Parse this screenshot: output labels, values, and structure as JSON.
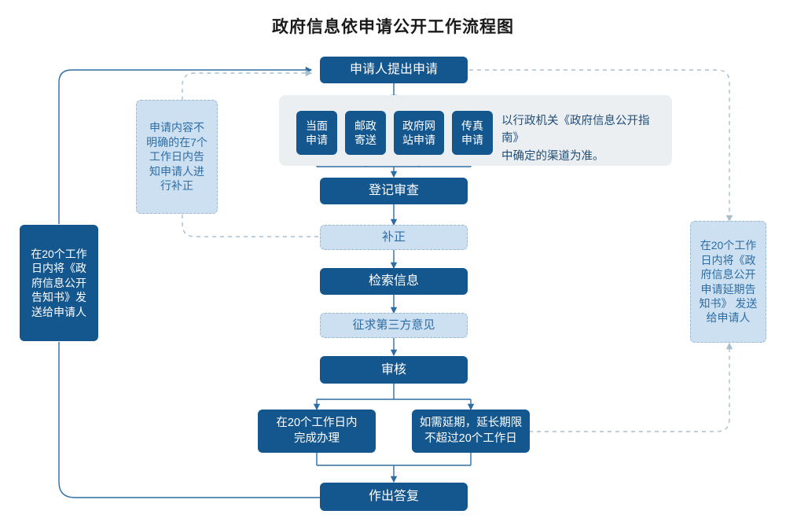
{
  "title": "政府信息依申请公开工作流程图",
  "colors": {
    "solid_fill": "#14568E",
    "solid_text": "#FFFFFF",
    "light_fill": "#CCE0F2",
    "light_text": "#2E6DA4",
    "light_border": "#9FB8CC",
    "panel_fill": "#EBEFF2",
    "note_text": "#1F4E79",
    "connector_solid": "#2E6DA4",
    "connector_dashed": "#A8BECE",
    "title_text": "#1A1A1A"
  },
  "nodes": {
    "apply": "申请人提出申请",
    "channel_inperson": "当面\n申请",
    "channel_post": "邮政\n寄送",
    "channel_website": "政府网\n站申请",
    "channel_fax": "传真\n申请",
    "register_review": "登记审查",
    "supplement": "补正",
    "search_info": "检索信息",
    "third_party": "征求第三方意见",
    "audit": "审核",
    "finish_20days": "在20个工作日内\n完成办理",
    "extension": "如需延期，延长期限\n不超过20个工作日",
    "reply": "作出答复",
    "left_notice": "在20个工作\n日内将《政\n府信息公开\n告知书》发\n送给申请人",
    "right_notice": "在20个工作\n日内将《政\n府信息公开\n申请延期告\n知书》 发送\n给申请人",
    "unclear_note": "申请内容不\n明确的在7个\n工作日内告\n知申请人进\n行补正"
  },
  "notes": {
    "channel_note": "以行政机关《政府信息公开指南》\n中确定的渠道为准。"
  },
  "flow_edges": [
    {
      "from": "apply",
      "to": "channels",
      "style": "solid"
    },
    {
      "from": "channels",
      "to": "register_review",
      "style": "solid"
    },
    {
      "from": "register_review",
      "to": "supplement",
      "style": "solid"
    },
    {
      "from": "supplement",
      "to": "search_info",
      "style": "solid"
    },
    {
      "from": "search_info",
      "to": "third_party",
      "style": "solid"
    },
    {
      "from": "third_party",
      "to": "audit",
      "style": "solid"
    },
    {
      "from": "audit",
      "to": "finish_20days",
      "style": "solid"
    },
    {
      "from": "audit",
      "to": "extension",
      "style": "solid"
    },
    {
      "from": "finish_20days",
      "to": "reply",
      "style": "solid"
    },
    {
      "from": "extension",
      "to": "reply",
      "style": "solid"
    },
    {
      "from": "left_notice",
      "to": "apply",
      "style": "solid"
    },
    {
      "from": "reply",
      "to": "left_notice",
      "style": "solid"
    },
    {
      "from": "supplement",
      "to": "apply",
      "style": "dashed"
    },
    {
      "from": "apply",
      "to": "right_notice",
      "style": "dashed"
    },
    {
      "from": "extension",
      "to": "right_notice",
      "style": "dashed"
    }
  ]
}
